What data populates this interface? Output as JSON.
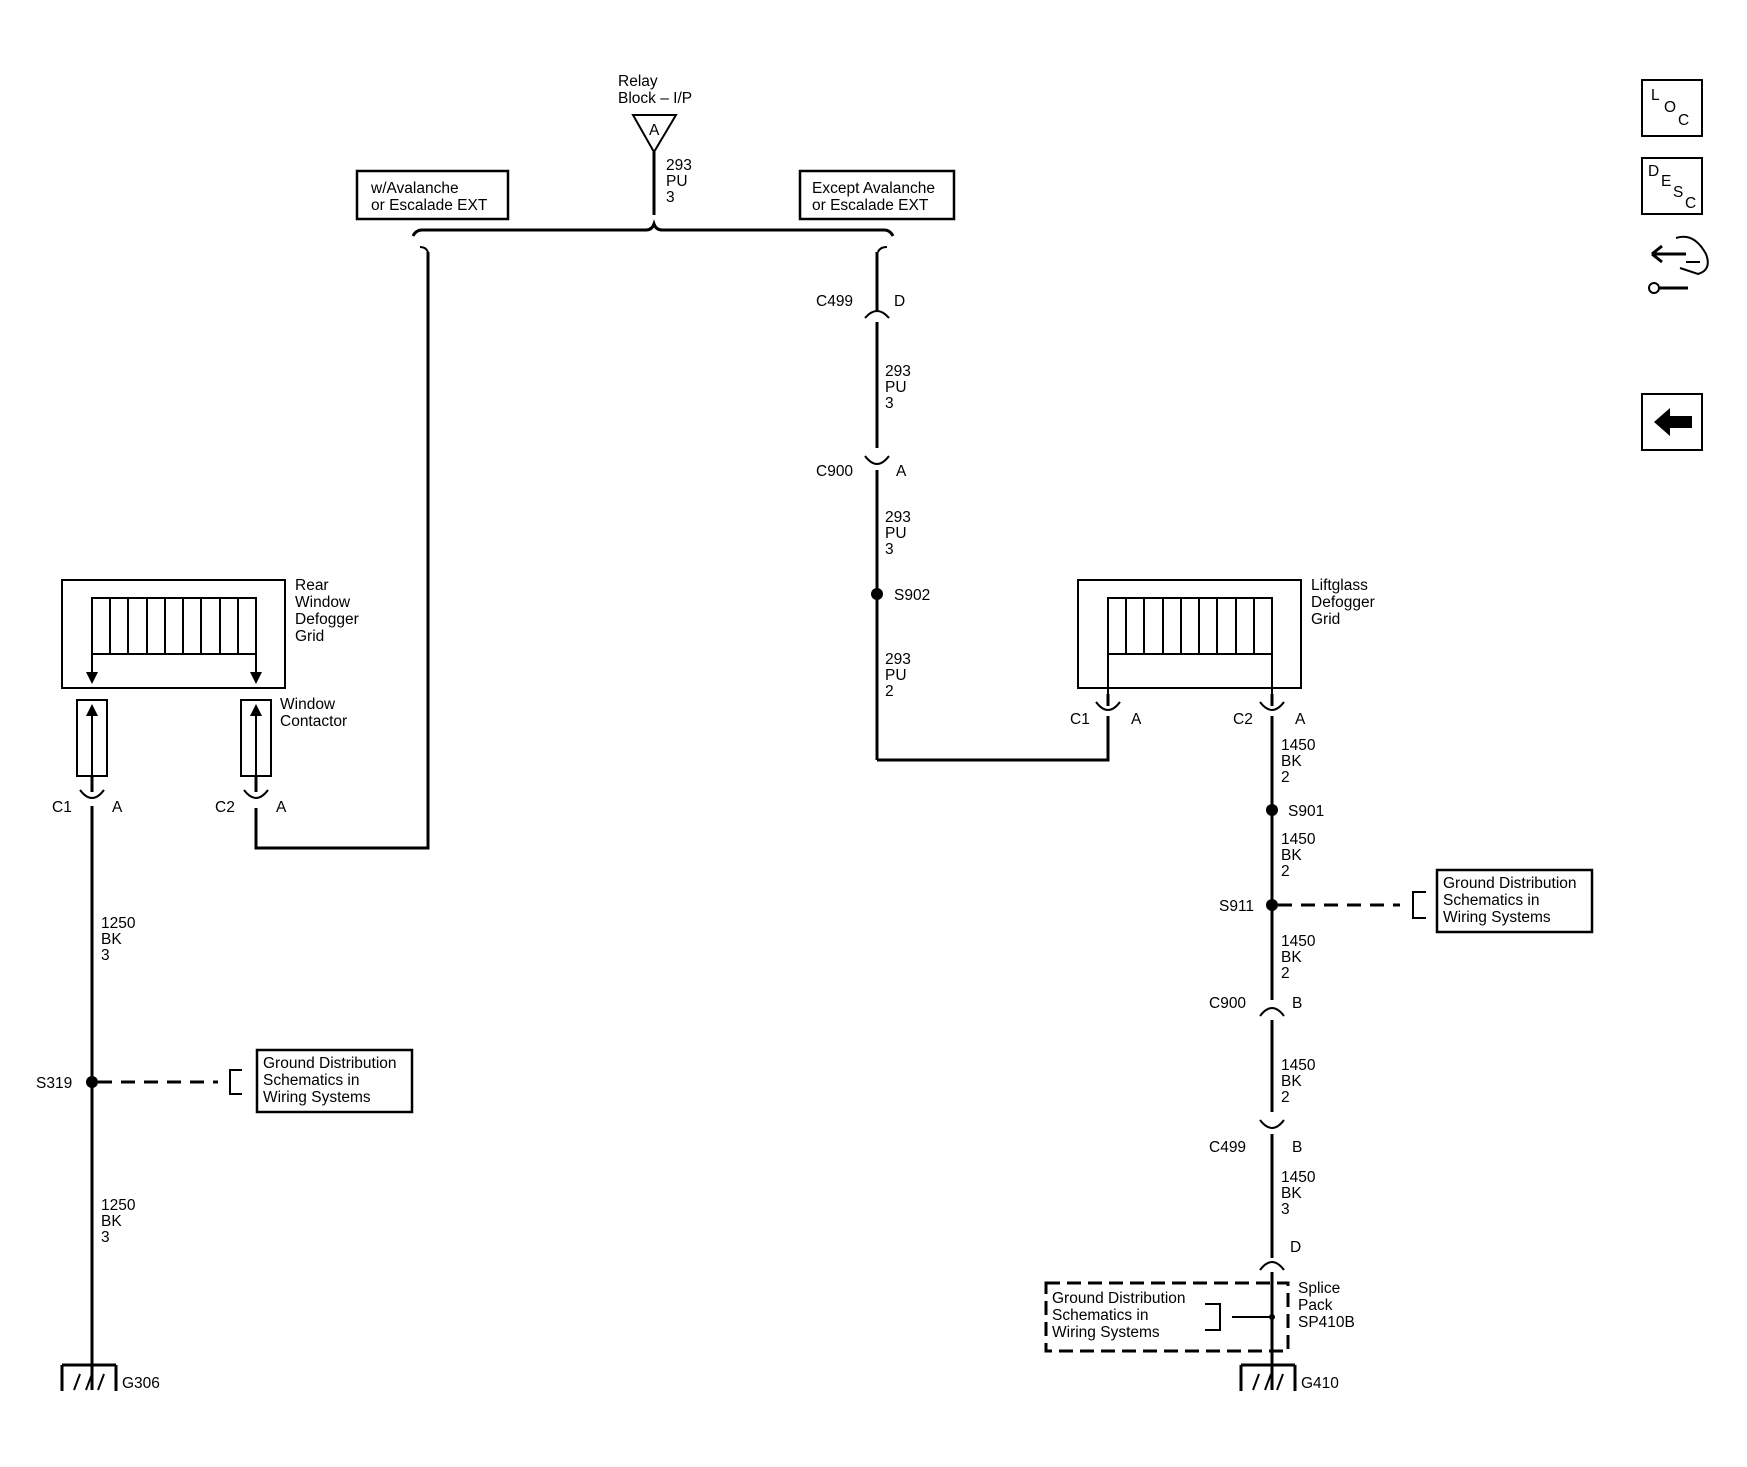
{
  "relay": {
    "line1": "Relay",
    "line2": "Block – I/P",
    "pin": "A"
  },
  "variants": {
    "left": [
      "w/Avalanche",
      "or Escalade EXT"
    ],
    "right": [
      "Except Avalanche",
      "or Escalade EXT"
    ]
  },
  "wires": {
    "relay_out": [
      "293",
      "PU",
      "3"
    ],
    "c499_c900": [
      "293",
      "PU",
      "3"
    ],
    "c900_s902": [
      "293",
      "PU",
      "3"
    ],
    "s902_c1": [
      "293",
      "PU",
      "2"
    ],
    "s319_up": [
      "1250",
      "BK",
      "3"
    ],
    "s319_down": [
      "1250",
      "BK",
      "3"
    ],
    "c2_s901": [
      "1450",
      "BK",
      "2"
    ],
    "s901_s911": [
      "1450",
      "BK",
      "2"
    ],
    "s911_c900": [
      "1450",
      "BK",
      "2"
    ],
    "c900_c499": [
      "1450",
      "BK",
      "2"
    ],
    "c499_d": [
      "1450",
      "BK",
      "3"
    ]
  },
  "connectors": {
    "c499_top": {
      "name": "C499",
      "pin": "D"
    },
    "c900_top": {
      "name": "C900",
      "pin": "A"
    },
    "rear_c1": {
      "name": "C1",
      "pin": "A"
    },
    "rear_c2": {
      "name": "C2",
      "pin": "A"
    },
    "lift_c1": {
      "name": "C1",
      "pin": "A"
    },
    "lift_c2": {
      "name": "C2",
      "pin": "A"
    },
    "c900_bot": {
      "name": "C900",
      "pin": "B"
    },
    "c499_bot": {
      "name": "C499",
      "pin": "B"
    },
    "sp_pin": "D"
  },
  "splices": {
    "s902": "S902",
    "s901": "S901",
    "s911": "S911",
    "s319": "S319"
  },
  "components": {
    "rear_grid": [
      "Rear",
      "Window",
      "Defogger",
      "Grid"
    ],
    "window_contactor": [
      "Window",
      "Contactor"
    ],
    "liftglass_grid": [
      "Liftglass",
      "Defogger",
      "Grid"
    ],
    "splice_pack": [
      "Splice",
      "Pack",
      "SP410B"
    ]
  },
  "ground_ref": {
    "left": [
      "Ground Distribution",
      "Schematics in",
      "Wiring Systems"
    ],
    "right": [
      "Ground Distribution",
      "Schematics in",
      "Wiring Systems"
    ],
    "bottom": [
      "Ground Distribution",
      "Schematics in",
      "Wiring Systems"
    ]
  },
  "grounds": {
    "left": "G306",
    "right": "G410"
  },
  "nav": {
    "loc": [
      "L",
      "O",
      "C"
    ],
    "desc": [
      "D",
      "E",
      "S",
      "C"
    ],
    "icons": [
      "wiring-tools-icon",
      "back-arrow-icon"
    ]
  }
}
